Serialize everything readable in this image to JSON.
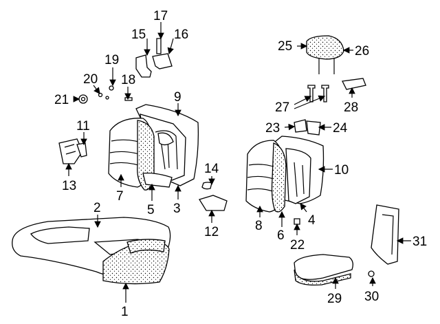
{
  "diagram": {
    "callouts": [
      {
        "id": "c1",
        "text": "1"
      },
      {
        "id": "c2",
        "text": "2"
      },
      {
        "id": "c3",
        "text": "3"
      },
      {
        "id": "c4",
        "text": "4"
      },
      {
        "id": "c5",
        "text": "5"
      },
      {
        "id": "c6",
        "text": "6"
      },
      {
        "id": "c7",
        "text": "7"
      },
      {
        "id": "c8",
        "text": "8"
      },
      {
        "id": "c9",
        "text": "9"
      },
      {
        "id": "c10",
        "text": "10"
      },
      {
        "id": "c11",
        "text": "11"
      },
      {
        "id": "c12",
        "text": "12"
      },
      {
        "id": "c13",
        "text": "13"
      },
      {
        "id": "c14",
        "text": "14"
      },
      {
        "id": "c15",
        "text": "15"
      },
      {
        "id": "c16",
        "text": "16"
      },
      {
        "id": "c17",
        "text": "17"
      },
      {
        "id": "c18",
        "text": "18"
      },
      {
        "id": "c19",
        "text": "19"
      },
      {
        "id": "c20",
        "text": "20"
      },
      {
        "id": "c21",
        "text": "21"
      },
      {
        "id": "c22",
        "text": "22"
      },
      {
        "id": "c23",
        "text": "23"
      },
      {
        "id": "c24",
        "text": "24"
      },
      {
        "id": "c25",
        "text": "25"
      },
      {
        "id": "c26",
        "text": "26"
      },
      {
        "id": "c27",
        "text": "27"
      },
      {
        "id": "c28",
        "text": "28"
      },
      {
        "id": "c29",
        "text": "29"
      },
      {
        "id": "c30",
        "text": "30"
      },
      {
        "id": "c31",
        "text": "31"
      }
    ],
    "colors": {
      "line": "#000000",
      "background": "#ffffff"
    }
  }
}
